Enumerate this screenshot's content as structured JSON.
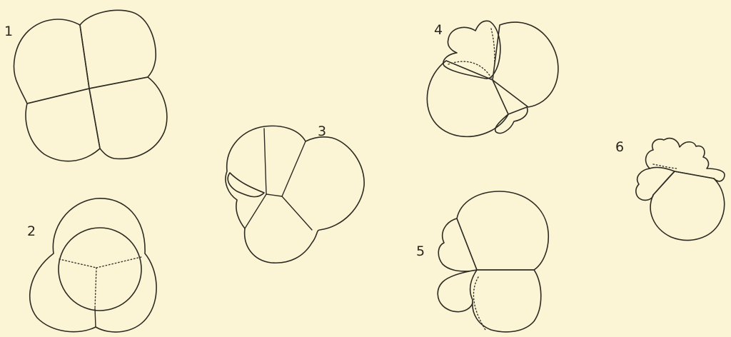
{
  "figures": [
    {
      "label": "1"
    },
    {
      "label": "2"
    },
    {
      "label": "3"
    },
    {
      "label": "4"
    },
    {
      "label": "5"
    },
    {
      "label": "6"
    }
  ],
  "colors": {
    "background": "#fbf5d6",
    "ink": "#2d2a22"
  }
}
